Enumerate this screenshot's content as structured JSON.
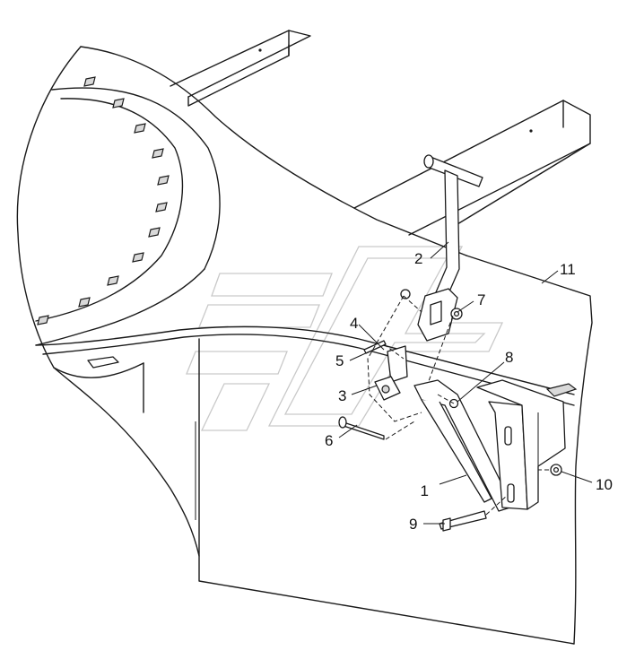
{
  "callouts": [
    {
      "id": "1",
      "label": "1"
    },
    {
      "id": "2",
      "label": "2"
    },
    {
      "id": "3",
      "label": "3"
    },
    {
      "id": "4",
      "label": "4"
    },
    {
      "id": "5",
      "label": "5"
    },
    {
      "id": "6",
      "label": "6"
    },
    {
      "id": "7",
      "label": "7"
    },
    {
      "id": "8",
      "label": "8"
    },
    {
      "id": "9",
      "label": "9"
    },
    {
      "id": "10",
      "label": "10"
    },
    {
      "id": "11",
      "label": "11"
    }
  ],
  "colors": {
    "line": "#1a1a1a",
    "watermark": "#c9c9c9",
    "background": "#ffffff"
  }
}
